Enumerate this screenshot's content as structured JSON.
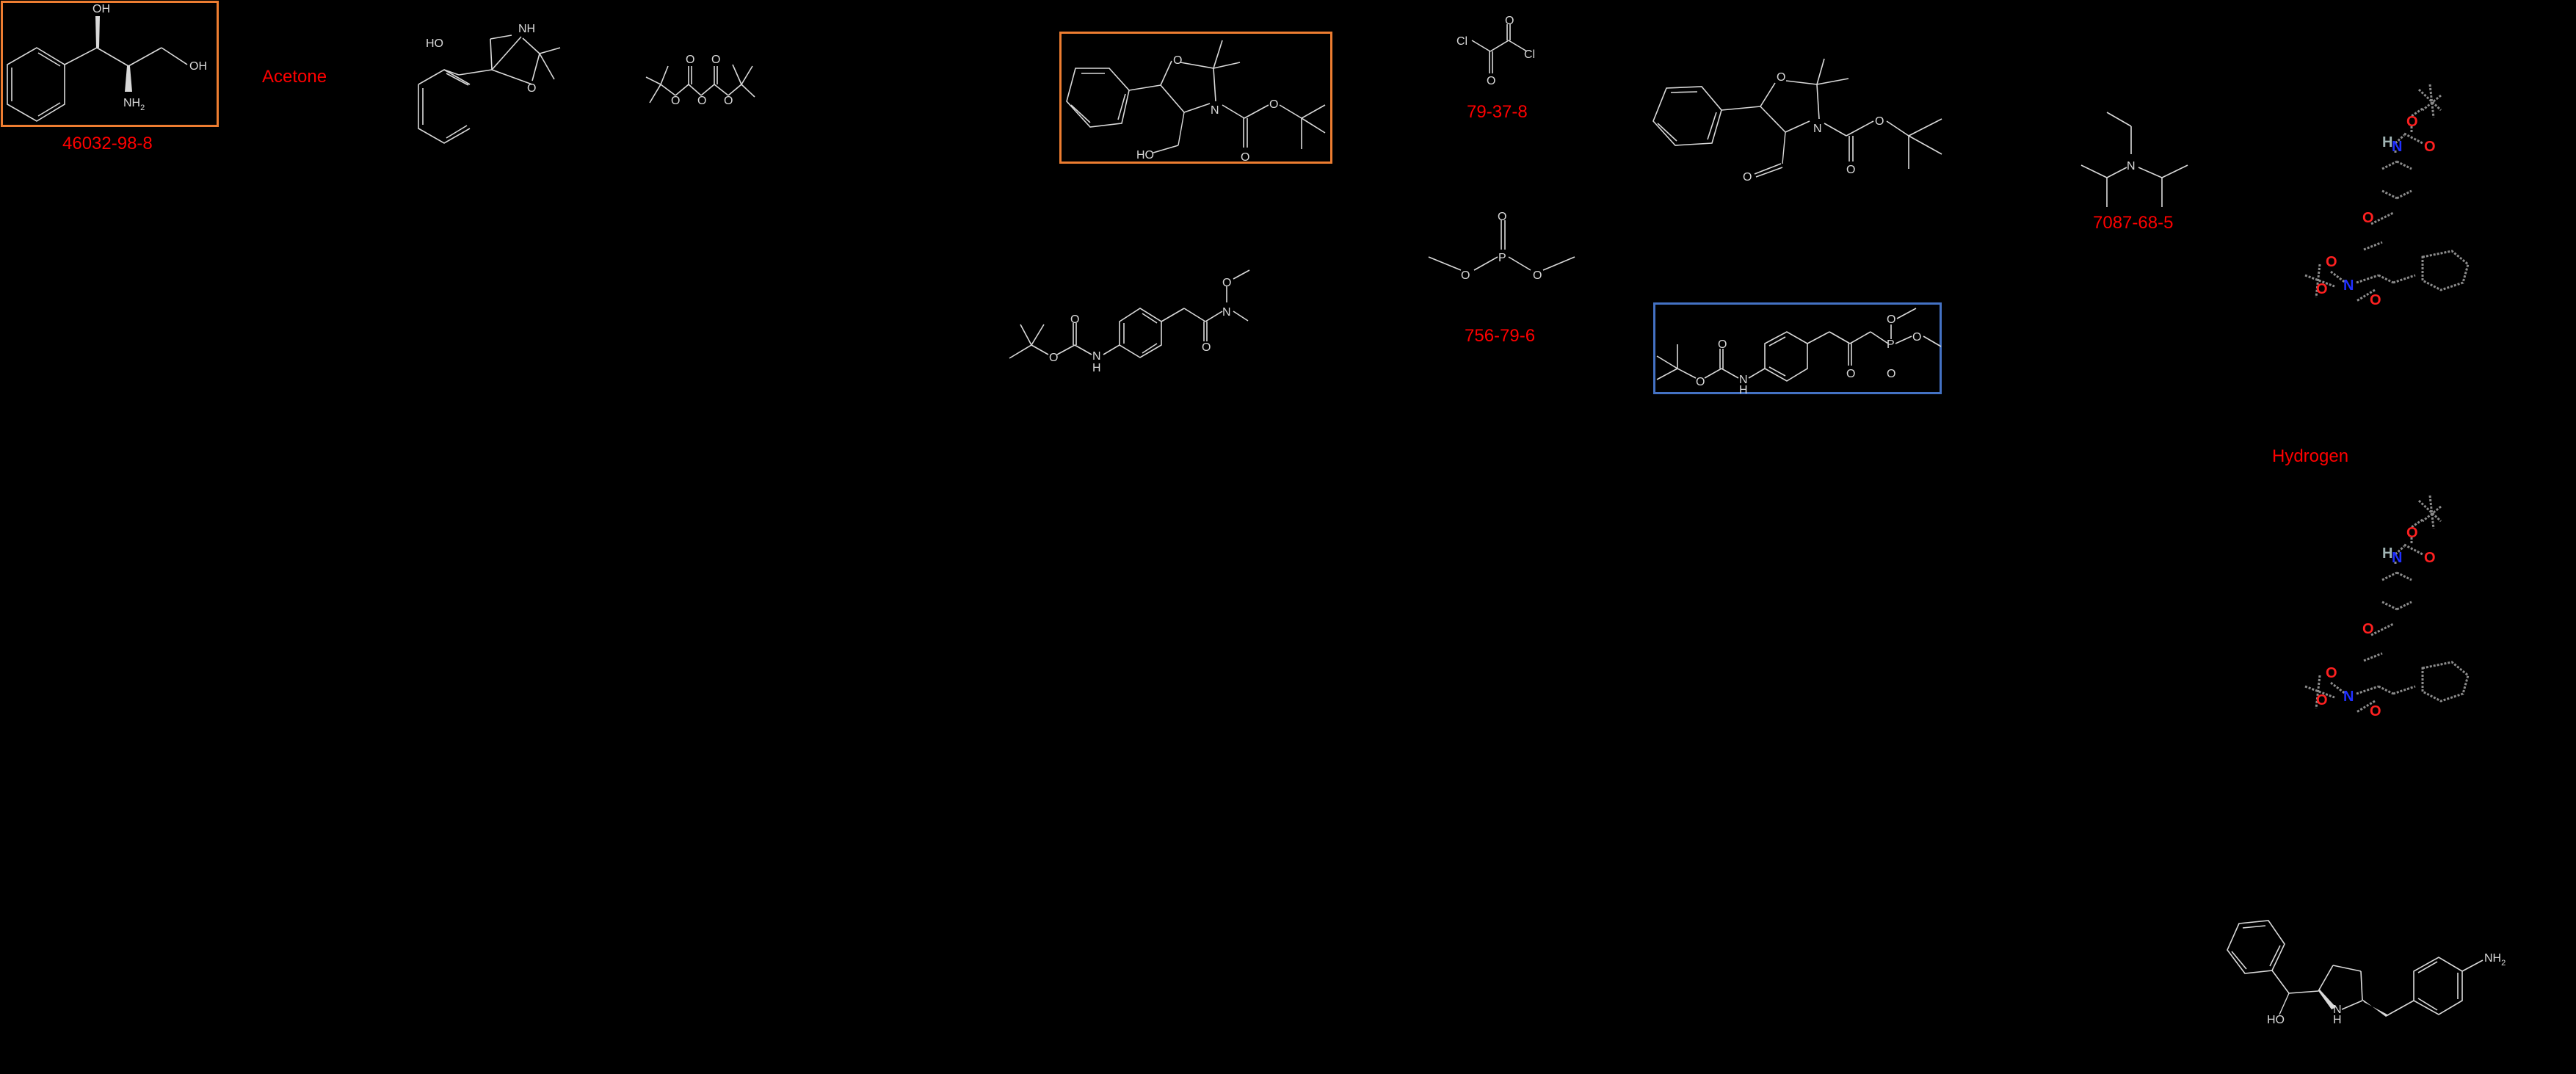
{
  "diagram": {
    "type": "reaction-scheme",
    "background": "#000000",
    "label_color": "#ff0000",
    "highlight_colors": {
      "orange_box": "#ed7d31",
      "blue_box": "#4472c4"
    }
  },
  "compounds": [
    {
      "id": "c1",
      "name": "(1S,2S)-2-amino-1-phenylpropane-1,3-diol",
      "atom_labels": [
        "OH",
        "OH",
        "NH2"
      ],
      "label": "46032-98-8",
      "boxed": "orange"
    },
    {
      "id": "reagent-acetone",
      "label": "Acetone"
    },
    {
      "id": "c2",
      "name": "2,2-dimethyl-5-phenyl-oxazolidine-4-methanol",
      "atom_labels": [
        "HO",
        "NH",
        "O"
      ]
    },
    {
      "id": "c3",
      "name": "di-tert-butyl dicarbonate",
      "atom_labels": [
        "O",
        "O",
        "O",
        "O",
        "O"
      ]
    },
    {
      "id": "c4",
      "name": "Boc-oxazolidine alcohol",
      "atom_labels": [
        "O",
        "N",
        "O",
        "O",
        "HO"
      ],
      "boxed": "orange"
    },
    {
      "id": "c5",
      "name": "oxalyl chloride",
      "atom_labels": [
        "Cl",
        "Cl",
        "O",
        "O"
      ],
      "label": "79-37-8"
    },
    {
      "id": "c6",
      "name": "Boc-oxazolidine aldehyde",
      "atom_labels": [
        "O",
        "N",
        "O",
        "O",
        "O"
      ]
    },
    {
      "id": "c7",
      "name": "N,N-diisopropylethylamine",
      "atom_labels": [
        "N"
      ],
      "label": "7087-68-5"
    },
    {
      "id": "c8",
      "name": "Boc-protected Weinreb amide",
      "atom_labels": [
        "O",
        "O",
        "N",
        "H",
        "N",
        "O",
        "O"
      ]
    },
    {
      "id": "c9",
      "name": "dimethyl methylphosphonate",
      "atom_labels": [
        "O",
        "P",
        "O",
        "O"
      ],
      "label": "756-79-6"
    },
    {
      "id": "c10",
      "name": "Boc-protected beta-ketophosphonate",
      "atom_labels": [
        "O",
        "O",
        "N",
        "H",
        "O",
        "P",
        "O",
        "O",
        "O"
      ],
      "boxed": "blue"
    },
    {
      "id": "c11",
      "name": "enone intermediate (3D render)",
      "atom_labels": [
        "O",
        "H",
        "N",
        "O",
        "O",
        "O",
        "N",
        "O",
        "O"
      ]
    },
    {
      "id": "reagent-hydrogen",
      "label": "Hydrogen"
    },
    {
      "id": "c12",
      "name": "hydrogenated intermediate (3D render)",
      "atom_labels": [
        "O",
        "H",
        "N",
        "O",
        "O",
        "O",
        "N",
        "O",
        "O"
      ]
    },
    {
      "id": "c13",
      "name": "pyrrolidine product",
      "atom_labels": [
        "HO",
        "N",
        "H",
        "NH2"
      ]
    }
  ],
  "labels": {
    "cas_46032": "46032-98-8",
    "acetone": "Acetone",
    "cas_79378": "79-37-8",
    "cas_756796": "756-79-6",
    "cas_7087685": "7087-68-5",
    "hydrogen": "Hydrogen"
  },
  "atoms": {
    "OH": "OH",
    "NH2": "NH",
    "sub2": "2",
    "HO": "HO",
    "NH": "NH",
    "O": "O",
    "N": "N",
    "H": "H",
    "P": "P",
    "Cl": "Cl"
  }
}
